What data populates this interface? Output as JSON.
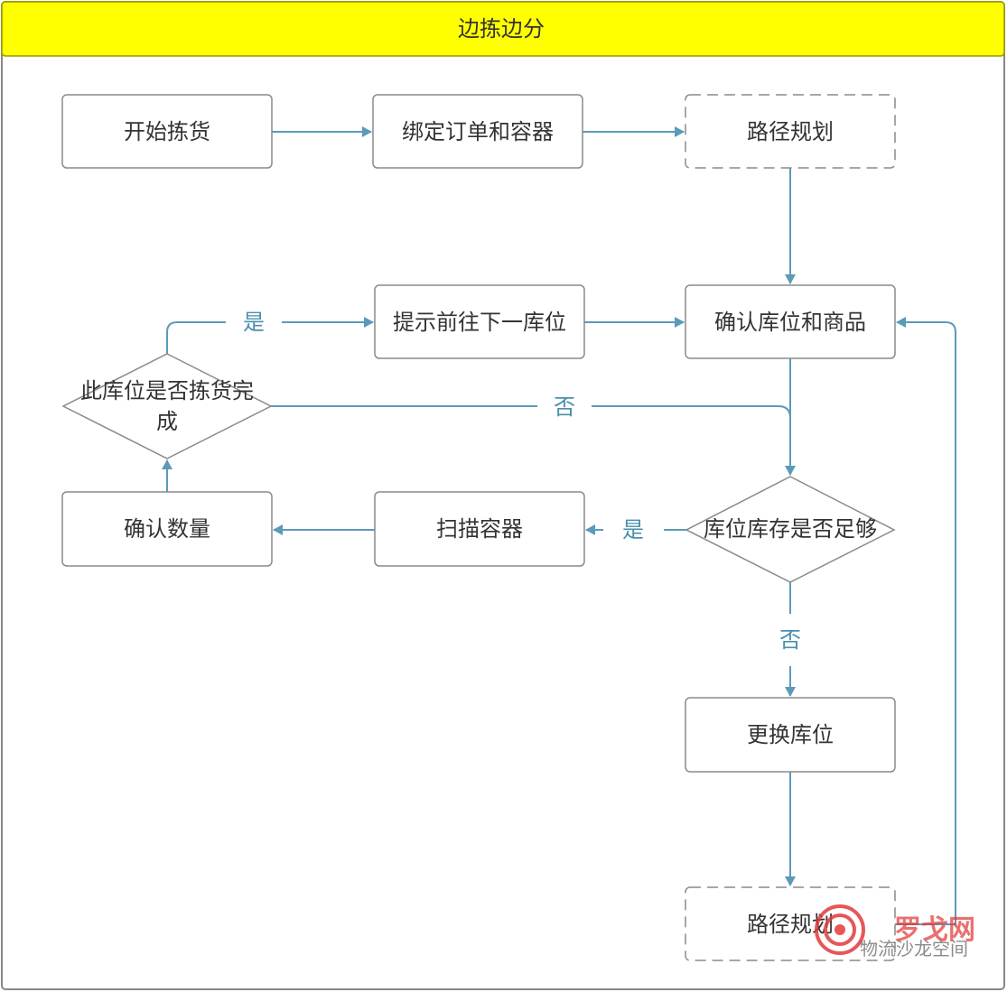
{
  "title": "边拣边分",
  "colors": {
    "header": "#ffff00",
    "edge": "#5b9ab8",
    "border": "#8a8a8a"
  },
  "nodes": {
    "start": "开始拣货",
    "bind": "绑定订单和容器",
    "route1": "路径规划",
    "next_location": "提示前往下一库位",
    "confirm_location": "确认库位和商品",
    "location_done": [
      "此库位是否拣货完",
      "成"
    ],
    "confirm_qty": "确认数量",
    "scan_container": "扫描容器",
    "stock_enough": "库位库存是否足够",
    "change_location": "更换库位",
    "route2": "路径规划"
  },
  "edge_labels": {
    "yes1": "是",
    "no1": "否",
    "yes2": "是",
    "no2": "否"
  },
  "watermark": {
    "brand": "罗戈网",
    "sub": "物流沙龙空间"
  }
}
